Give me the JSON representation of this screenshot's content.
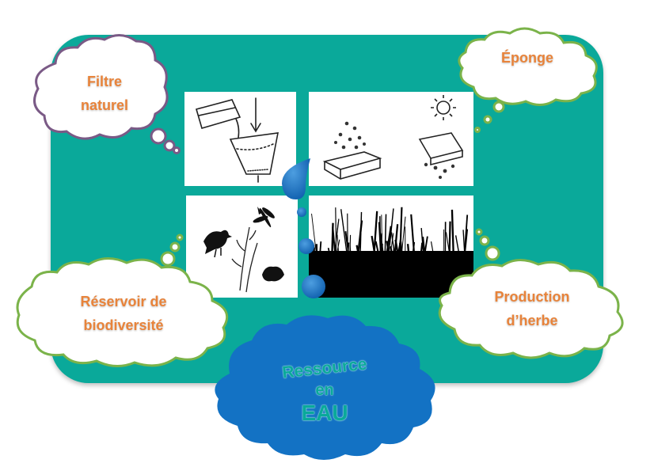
{
  "labels": {
    "filtre": "Filtre\nnaturel",
    "eponge": "Éponge",
    "reservoir": "Réservoir de\nbiodiversité",
    "production": "Production\nd’herbe",
    "ressource_line1": "Ressource",
    "ressource_line2": "en",
    "ressource_line3": "EAU"
  },
  "colors": {
    "panel": "#0aa99a",
    "cloud_fill": "#ffffff",
    "cloud_border_purple": "#7a5a86",
    "cloud_border_green": "#7bb34a",
    "label_text": "#e8833a",
    "water": "#1372c4"
  }
}
